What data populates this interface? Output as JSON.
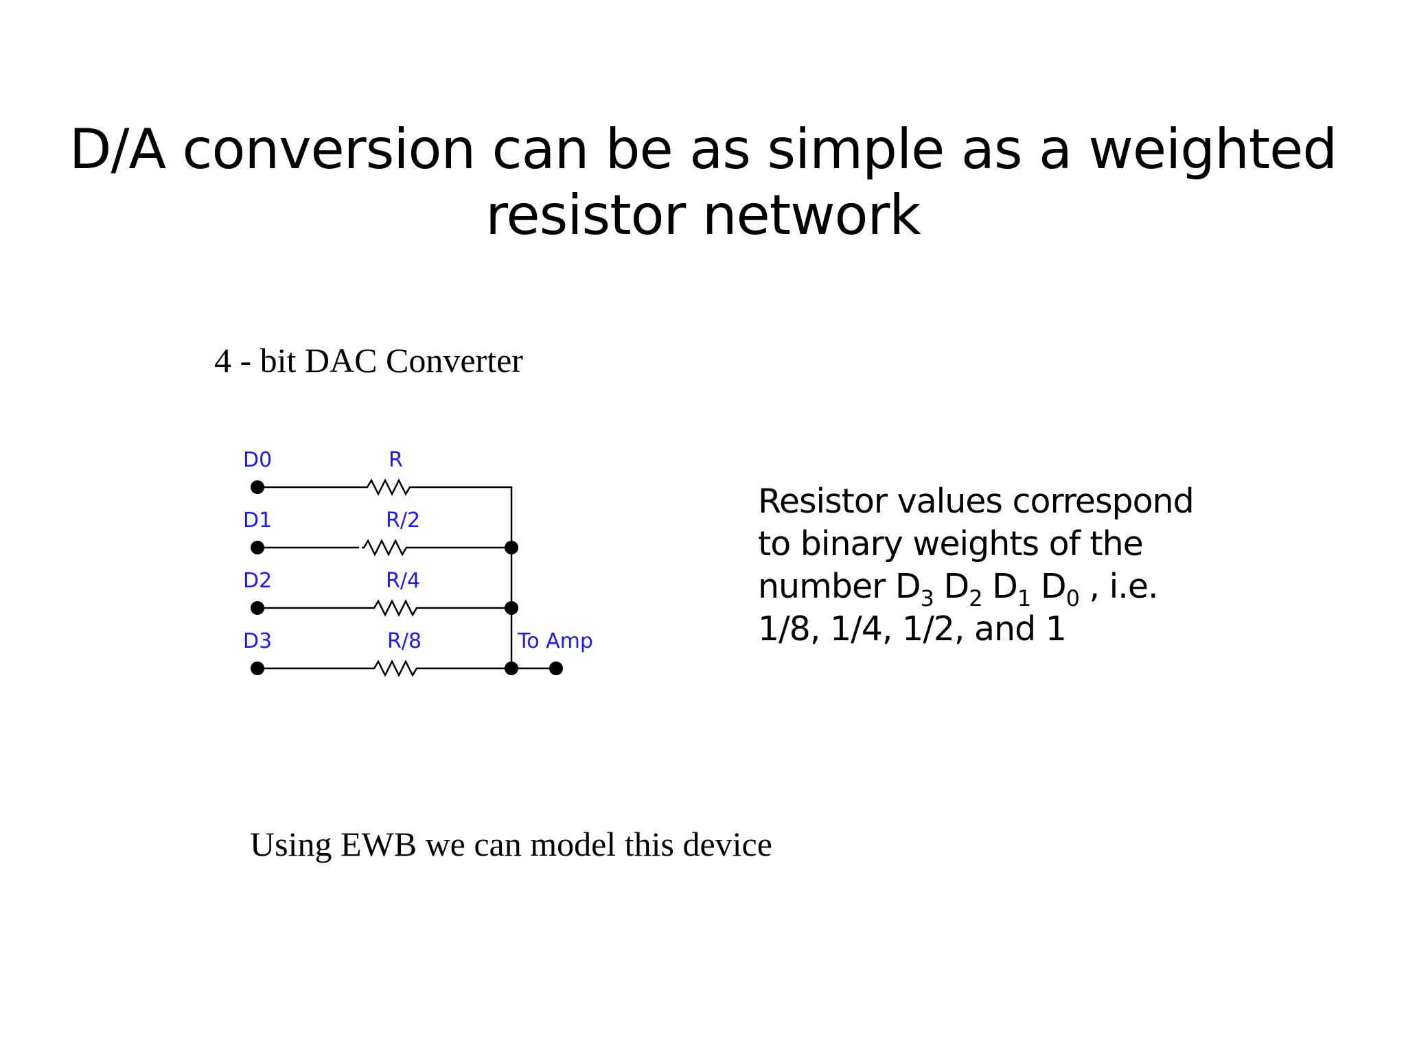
{
  "title": {
    "line1": "D/A conversion can be as simple as a weighted",
    "line2": "resistor network"
  },
  "subtitle": "4 - bit DAC Converter",
  "circuit": {
    "label_color": "#1a1aff",
    "inputs": [
      "D0",
      "D1",
      "D2",
      "D3"
    ],
    "resistors": [
      "R",
      "R/2",
      "R/4",
      "R/8"
    ],
    "output_label": "To Amp"
  },
  "explanation": {
    "line1": "Resistor values correspond",
    "line2": "to binary weights of the",
    "line3_prefix": "number D",
    "d3_sub": "3",
    "d2": " D",
    "d2_sub": "2",
    "d1": " D",
    "d1_sub": "1",
    "d0": " D",
    "d0_sub": "0",
    "line3_suffix": " , i.e.",
    "line4": "1/8,  1/4,  1/2,  and 1"
  },
  "footer": "Using EWB we can model this device"
}
